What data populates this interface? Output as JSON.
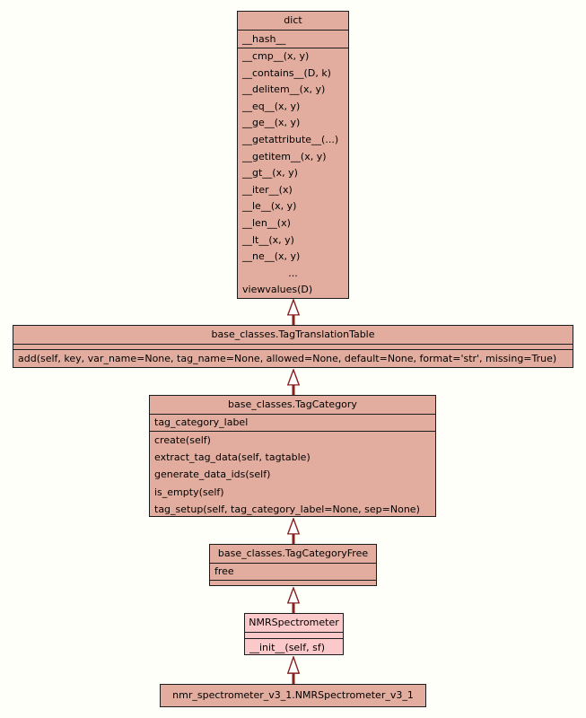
{
  "diagram": {
    "colors": {
      "background": "#fdfff8",
      "class_fill": "#e2ad9e",
      "focus_class_fill": "#fbc9c9",
      "border": "#1c1c1c",
      "arrow": "#8b2020",
      "text": "#000000"
    },
    "classes": [
      {
        "title": "dict",
        "attributes": [
          "__hash__"
        ],
        "methods": [
          "__cmp__(x, y)",
          "__contains__(D, k)",
          "__delitem__(x, y)",
          "__eq__(x, y)",
          "__ge__(x, y)",
          "__getattribute__(...)",
          "__getitem__(x, y)",
          "__gt__(x, y)",
          "__iter__(x)",
          "__le__(x, y)",
          "__len__(x)",
          "__lt__(x, y)",
          "__ne__(x, y)",
          "...",
          "viewvalues(D)"
        ]
      },
      {
        "title": "base_classes.TagTranslationTable",
        "attributes": [],
        "methods": [
          "add(self, key, var_name=None, tag_name=None, allowed=None, default=None, format='str', missing=True)"
        ]
      },
      {
        "title": "base_classes.TagCategory",
        "attributes": [
          "tag_category_label"
        ],
        "methods": [
          "create(self)",
          "extract_tag_data(self, tagtable)",
          "generate_data_ids(self)",
          "is_empty(self)",
          "tag_setup(self, tag_category_label=None, sep=None)"
        ]
      },
      {
        "title": "base_classes.TagCategoryFree",
        "attributes": [
          "free"
        ],
        "methods": []
      },
      {
        "title": "NMRSpectrometer",
        "attributes": [],
        "methods": [
          "__init__(self, sf)"
        ]
      },
      {
        "title": "nmr_spectrometer_v3_1.NMRSpectrometer_v3_1",
        "attributes": [],
        "methods": []
      }
    ]
  }
}
